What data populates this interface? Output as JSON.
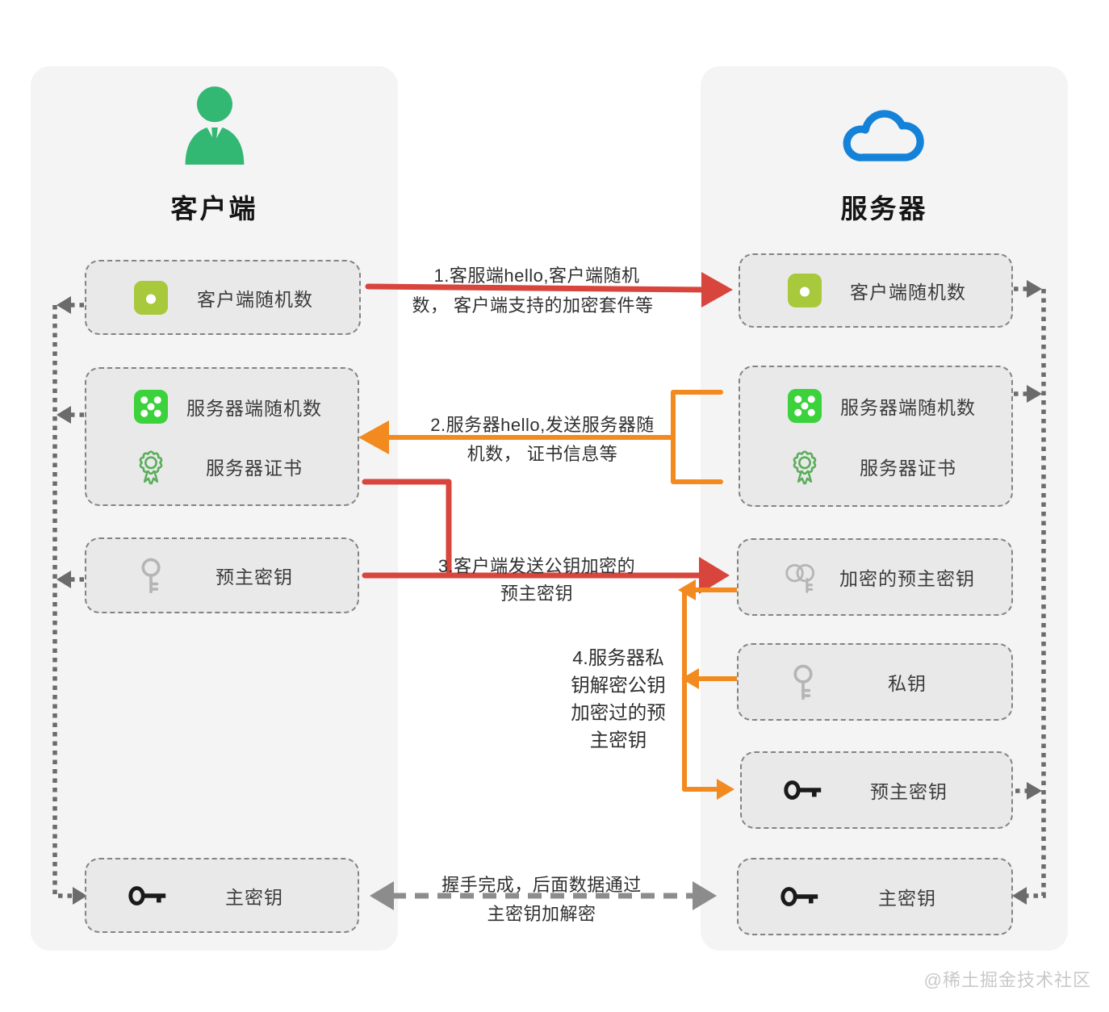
{
  "client": {
    "title": "客户端",
    "boxes": [
      {
        "label": "客户端随机数",
        "icon": "die-one-icon"
      },
      {
        "rows": [
          {
            "label": "服务器端随机数",
            "icon": "die-five-icon"
          },
          {
            "label": "服务器证书",
            "icon": "certificate-icon"
          }
        ]
      },
      {
        "label": "预主密钥",
        "icon": "key-outline-icon"
      },
      {
        "label": "主密钥",
        "icon": "key-solid-icon"
      }
    ]
  },
  "server": {
    "title": "服务器",
    "boxes": [
      {
        "label": "客户端随机数",
        "icon": "die-one-icon"
      },
      {
        "rows": [
          {
            "label": "服务器端随机数",
            "icon": "die-five-icon"
          },
          {
            "label": "服务器证书",
            "icon": "certificate-icon"
          }
        ]
      },
      {
        "label": "加密的预主密钥",
        "icon": "key-circles-icon"
      },
      {
        "label": "私钥",
        "icon": "key-outline-icon"
      },
      {
        "label": "预主密钥",
        "icon": "key-solid-icon"
      },
      {
        "label": "主密钥",
        "icon": "key-solid-icon"
      }
    ]
  },
  "messages": {
    "m1": {
      "l1": "1.客服端hello,客户端随机",
      "l2": "数， 客户端支持的加密套件等"
    },
    "m2": {
      "l1": "2.服务器hello,发送服务器随",
      "l2": "机数， 证书信息等"
    },
    "m3": {
      "l1": "3.客户端发送公钥加密的",
      "l2": "预主密钥"
    },
    "m4": {
      "l1": "4.服务器私",
      "l2": "钥解密公钥",
      "l3": "加密过的预",
      "l4": "主密钥"
    },
    "m5": {
      "l1": "握手完成，后面数据通过",
      "l2": "主密钥加解密"
    }
  },
  "watermark": "@稀土掘金技术社区",
  "colors": {
    "red": "#d8453d",
    "orange": "#f28a1f",
    "person_green": "#33b874",
    "cloud_blue": "#1482d8",
    "die_one_lime": "#a8c93c",
    "die_five_green": "#3bd23b",
    "certificate_green": "#5aae5a",
    "key_gray": "#b5b5b5",
    "key_black": "#1a1a1a",
    "dashed_gray": "#8c8c8c",
    "dotted_gray": "#6b6b6b",
    "panel_bg": "#f4f4f5",
    "node_bg": "#e9e9ea"
  }
}
